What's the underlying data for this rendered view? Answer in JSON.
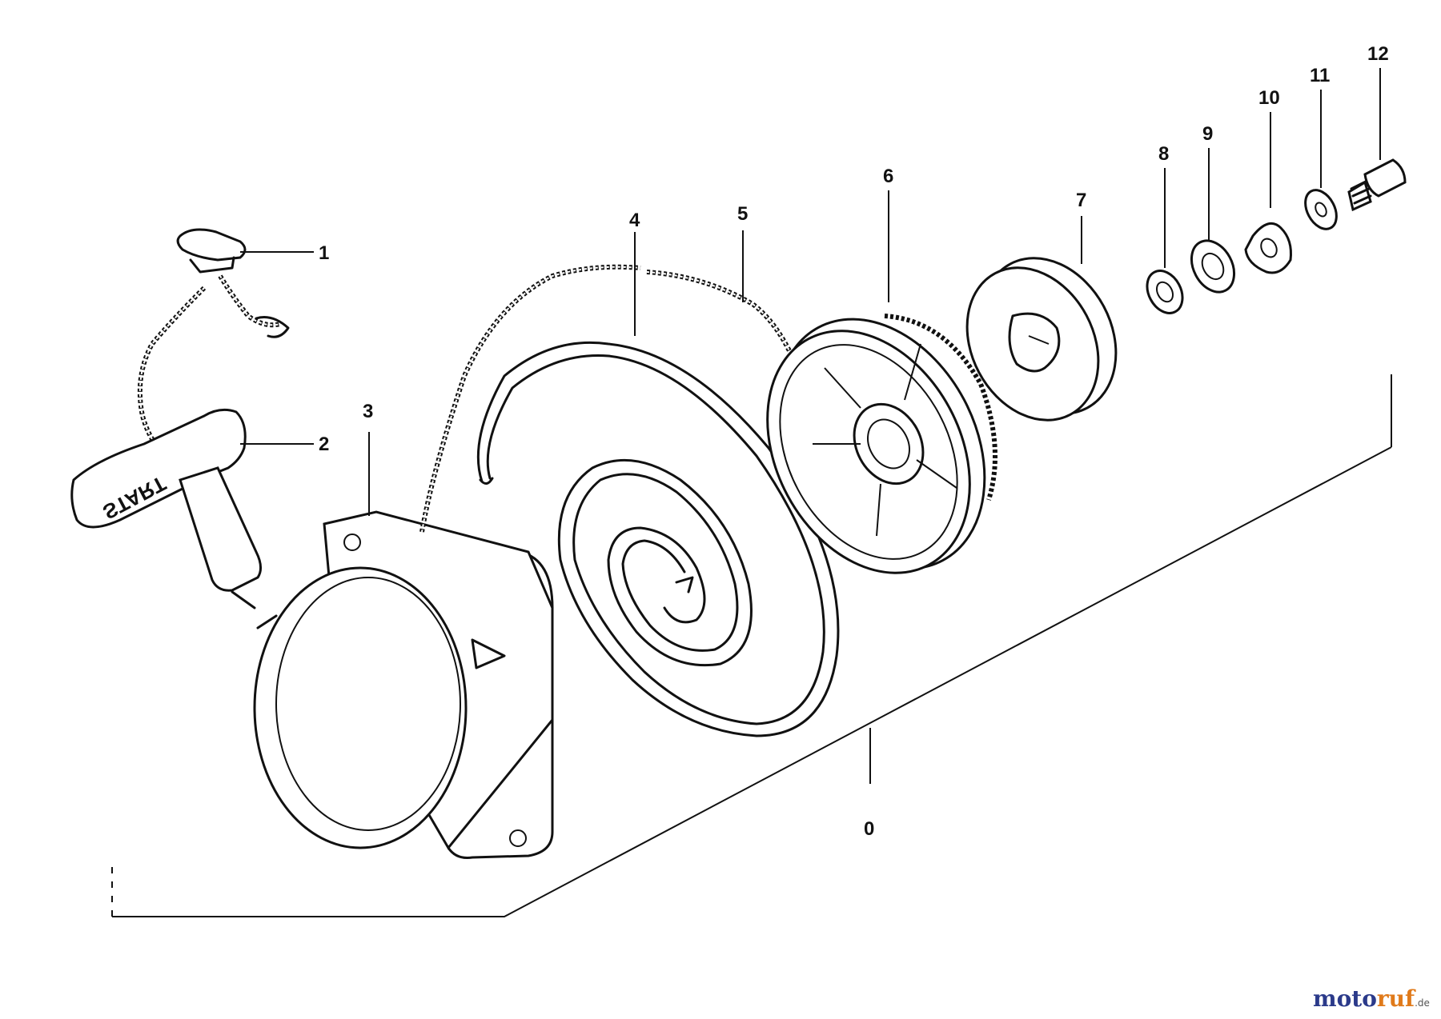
{
  "diagram": {
    "callouts": [
      "1",
      "2",
      "3",
      "4",
      "5",
      "6",
      "7",
      "8",
      "9",
      "10",
      "11",
      "12",
      "0"
    ],
    "handle_text": "START",
    "watermark": {
      "part1": "moto",
      "part2": "ruf",
      "suffix": ".de"
    }
  },
  "colors": {
    "ink": "#111111",
    "watermark_blue": "#2b3a8a",
    "watermark_orange": "#e07a1a"
  }
}
